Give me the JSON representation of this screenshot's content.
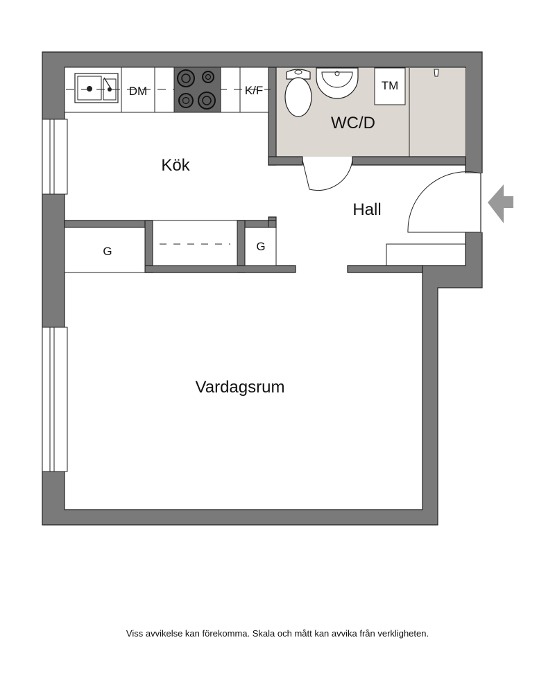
{
  "rooms": {
    "kitchen": "Kök",
    "wc": "WC/D",
    "hall": "Hall",
    "living": "Vardagsrum"
  },
  "fixtures": {
    "dishwasher": "DM",
    "fridge_freezer": "K/F",
    "washing_machine": "TM",
    "wardrobe_left": "G",
    "wardrobe_right": "G"
  },
  "colors": {
    "wall": "#7a7a7a",
    "wc_floor": "#ddd7d2",
    "floor": "#ffffff"
  },
  "disclaimer": "Viss avvikelse kan förekomma. Skala och mått kan avvika från verkligheten."
}
